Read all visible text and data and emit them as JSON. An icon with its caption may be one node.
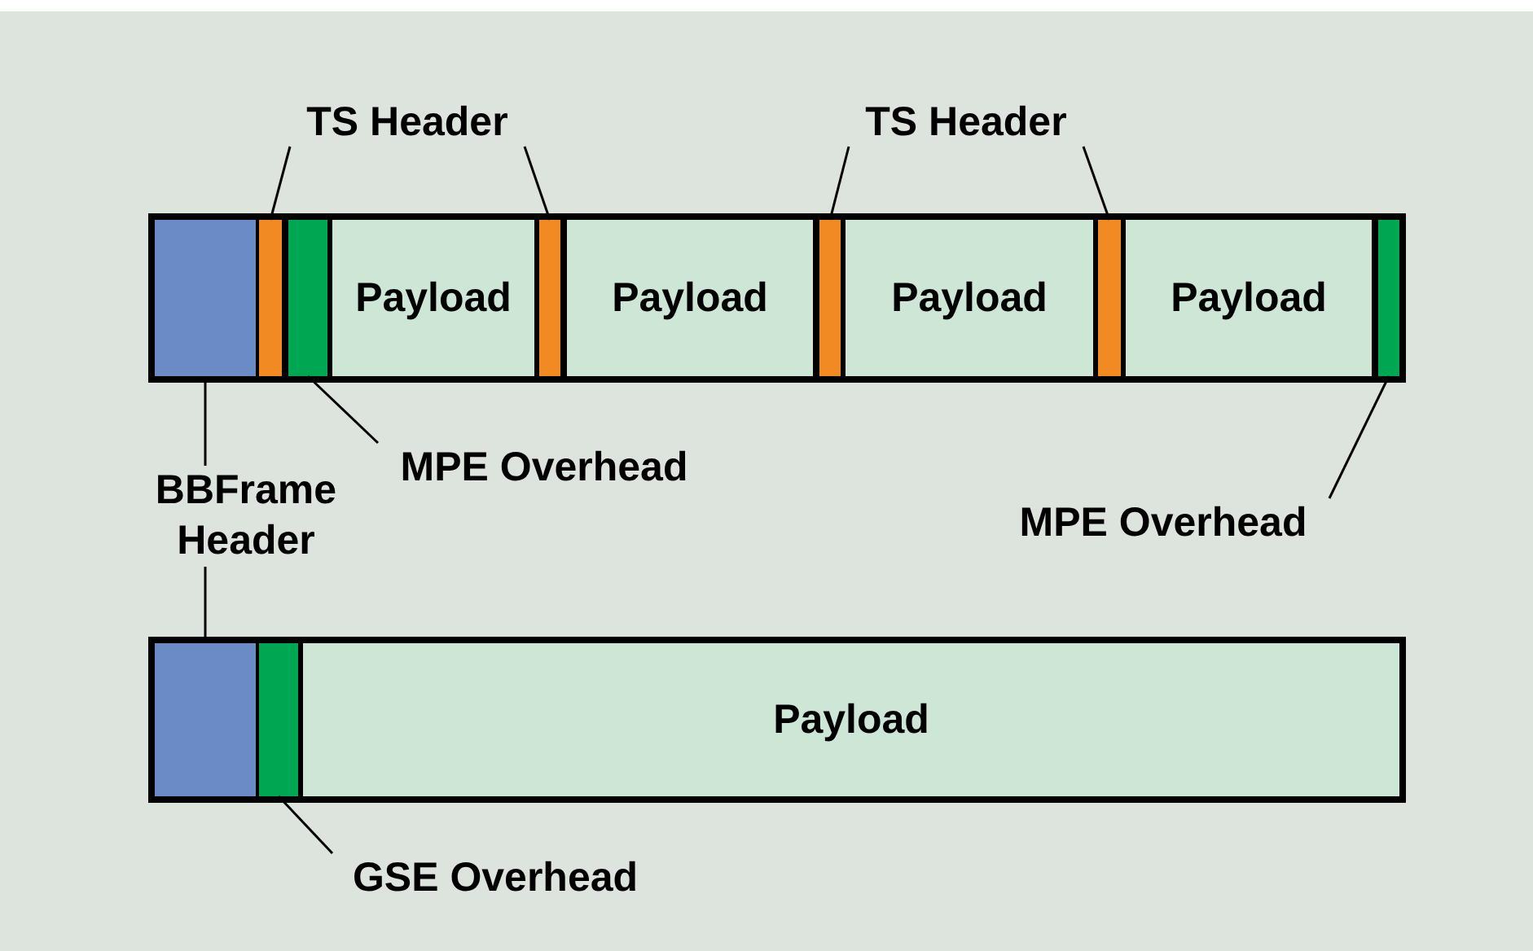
{
  "diagram": {
    "nodes": [
      {
        "text": [
          "TS Header"
        ]
      },
      {
        "text": [
          "TS Header"
        ]
      },
      {
        "text": [],
        "shape": "box"
      },
      {
        "text": [],
        "shape": "box",
        "in": 2
      },
      {
        "text": [],
        "shape": "box",
        "in": 2
      },
      {
        "text": [],
        "shape": "box",
        "in": 2
      },
      {
        "text": [
          "Payload"
        ],
        "in": 2
      },
      {
        "text": [],
        "shape": "box",
        "in": 2
      },
      {
        "text": [
          "Payload"
        ],
        "in": 2
      },
      {
        "text": [],
        "shape": "box",
        "in": 2
      },
      {
        "text": [
          "Payload"
        ],
        "in": 2
      },
      {
        "text": [],
        "shape": "box",
        "in": 2
      },
      {
        "text": [
          "Payload"
        ],
        "in": 2
      },
      {
        "text": [],
        "shape": "box",
        "in": 2
      },
      {
        "text": [
          "MPE Overhead"
        ]
      },
      {
        "text": [
          "BBFrame Header"
        ]
      },
      {
        "text": [
          "MPE Overhead"
        ]
      },
      {
        "text": [],
        "shape": "box"
      },
      {
        "text": [],
        "shape": "box",
        "in": 17
      },
      {
        "text": [],
        "shape": "box",
        "in": 17
      },
      {
        "text": [
          "Payload"
        ],
        "in": 17
      },
      {
        "text": [
          "GSE Overhead"
        ]
      }
    ],
    "edges": [
      {
        "from": 0,
        "to": 4,
        "arrow": "none"
      },
      {
        "from": 0,
        "to": 7,
        "arrow": "none"
      },
      {
        "from": 1,
        "to": 9,
        "arrow": "none"
      },
      {
        "from": 1,
        "to": 11,
        "arrow": "none"
      },
      {
        "from": 14,
        "to": 5,
        "arrow": "none"
      },
      {
        "from": 15,
        "to": 3,
        "arrow": "none"
      },
      {
        "from": 15,
        "to": 18,
        "arrow": "none"
      },
      {
        "from": 16,
        "to": 13,
        "arrow": "none"
      },
      {
        "from": 21,
        "to": 19,
        "arrow": "none"
      }
    ]
  }
}
